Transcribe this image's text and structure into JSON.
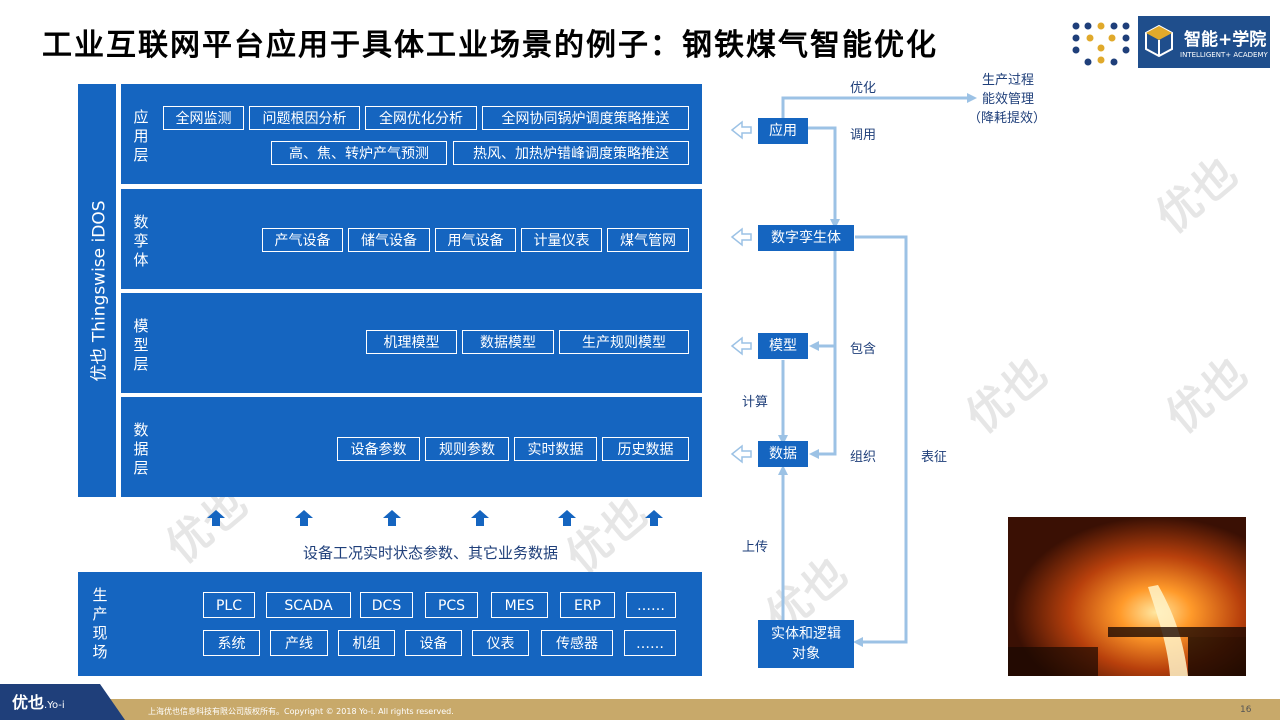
{
  "title": "工业互联网平台应用于具体工业场景的例子：钢铁煤气智能优化",
  "brand": {
    "academy_cn": "智能+学院",
    "academy_en": "INTELLIGENT+ ACADEMY",
    "footer_logo": "优也",
    "footer_logo_suffix": ".Yo-i"
  },
  "platform_label": "优也 Thingswise iDOS",
  "layers": {
    "app": {
      "label": "应用层",
      "row1": [
        "全网监测",
        "问题根因分析",
        "全网优化分析",
        "全网协同锅炉调度策略推送"
      ],
      "row2": [
        "高、焦、转炉产气预测",
        "热风、加热炉错峰调度策略推送"
      ]
    },
    "twin": {
      "label": "数孪体",
      "items": [
        "产气设备",
        "储气设备",
        "用气设备",
        "计量仪表",
        "煤气管网"
      ]
    },
    "model": {
      "label": "模型层",
      "items": [
        "机理模型",
        "数据模型",
        "生产规则模型"
      ]
    },
    "data": {
      "label": "数据层",
      "items": [
        "设备参数",
        "规则参数",
        "实时数据",
        "历史数据"
      ]
    }
  },
  "caption": "设备工况实时状态参数、其它业务数据",
  "field": {
    "label": "生产现场",
    "row1": [
      "PLC",
      "SCADA",
      "DCS",
      "PCS",
      "MES",
      "ERP",
      "……"
    ],
    "row2": [
      "系统",
      "产线",
      "机组",
      "设备",
      "仪表",
      "传感器",
      "……"
    ]
  },
  "flow": {
    "nodes": {
      "app": "应用",
      "twin": "数字孪生体",
      "model": "模型",
      "data": "数据",
      "entity": "实体和逻辑对象"
    },
    "labels": {
      "optimize": "优化",
      "call": "调用",
      "contain": "包含",
      "compute": "计算",
      "organize": "组织",
      "represent": "表征",
      "upload": "上传"
    },
    "result": [
      "生产过程",
      "能效管理",
      "（降耗提效）"
    ]
  },
  "footer": {
    "copyright": "上海优也信息科技有限公司版权所有。Copyright © 2018 Yo-i. All rights reserved.",
    "page": "16"
  },
  "colors": {
    "primary": "#1565c0",
    "arrow": "#9cc2e5",
    "footer": "#c8a96a",
    "title": "#000000"
  }
}
